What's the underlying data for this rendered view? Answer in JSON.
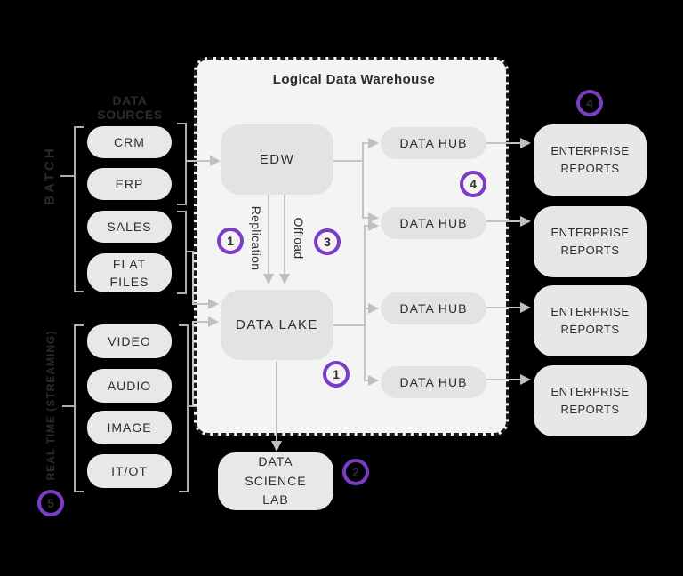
{
  "colors": {
    "background": "#000000",
    "container_fill": "#f4f4f5",
    "container_border": "#191919",
    "outer_box_fill": "#e8e8e9",
    "inner_box_fill": "#e3e3e5",
    "text": "#2d2d2d",
    "connector_gray": "#bfbfc1",
    "callout_purple": "#7b3dc8"
  },
  "left_panel": {
    "heading": "DATA SOURCES",
    "batch": {
      "label": "BATCH",
      "items": [
        "CRM",
        "ERP",
        "SALES",
        "FLAT FILES"
      ]
    },
    "realtime": {
      "label": "REAL TIME (STREAMING)",
      "items": [
        "VIDEO",
        "AUDIO",
        "IMAGE",
        "IT/OT"
      ]
    }
  },
  "warehouse": {
    "title": "Logical Data Warehouse",
    "edw_label": "EDW",
    "data_lake_label": "DATA LAKE",
    "replication_label": "Replication",
    "offload_label": "Offload",
    "data_hub_labels": [
      "DATA HUB",
      "DATA HUB",
      "DATA HUB",
      "DATA HUB"
    ]
  },
  "right_panel": {
    "enterprise_report_labels": [
      "ENTERPRISE REPORTS",
      "ENTERPRISE REPORTS",
      "ENTERPRISE REPORTS",
      "ENTERPRISE REPORTS"
    ]
  },
  "bottom": {
    "data_science_lab_label": "DATA SCIENCE LAB"
  },
  "callouts": [
    "1",
    "2",
    "3",
    "4",
    "5"
  ]
}
